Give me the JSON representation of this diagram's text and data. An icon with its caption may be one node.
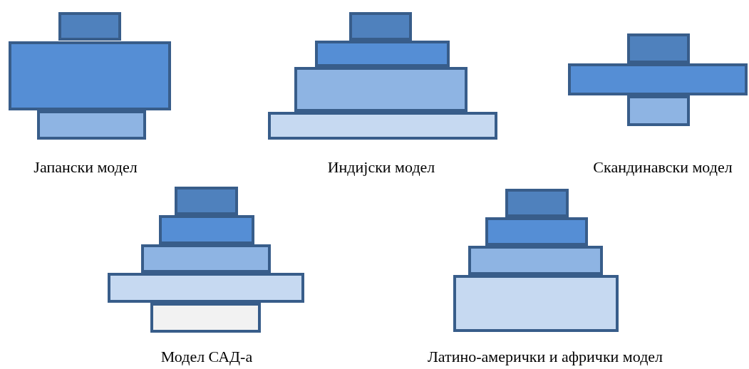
{
  "diagram": {
    "labels": [
      "Јапански модел",
      "Индијски модел",
      "Скандинавски модел",
      "Модел САД-а",
      "Латино-амерички и афрички модел"
    ]
  }
}
